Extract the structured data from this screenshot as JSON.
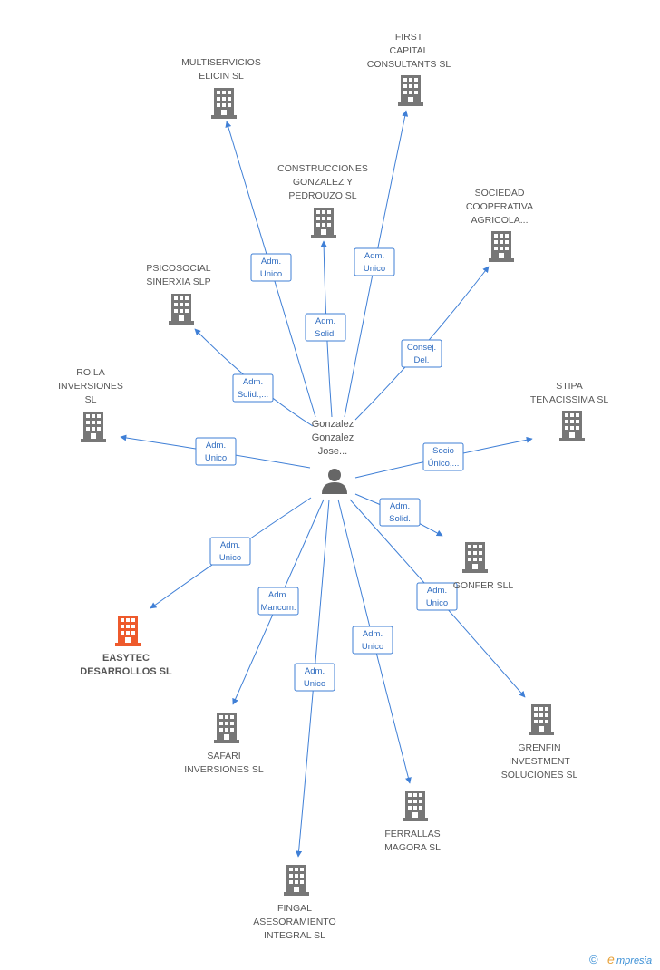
{
  "person": {
    "name_lines": [
      "Gonzalez",
      "Gonzalez",
      "Jose..."
    ],
    "icon": "person-icon"
  },
  "companies": [
    {
      "id": "multiservicios",
      "lines": [
        "MULTISERVICIOS",
        "ELICIN SL"
      ],
      "icon": "building-icon",
      "color": "#777777"
    },
    {
      "id": "first-capital",
      "lines": [
        "FIRST",
        "CAPITAL",
        "CONSULTANTS SL"
      ],
      "icon": "building-icon",
      "color": "#777777"
    },
    {
      "id": "construcciones",
      "lines": [
        "CONSTRUCCIONES",
        "GONZALEZ Y",
        "PEDROUZO SL"
      ],
      "icon": "building-icon",
      "color": "#777777"
    },
    {
      "id": "sociedad",
      "lines": [
        "SOCIEDAD",
        "COOPERATIVA",
        "AGRICOLA..."
      ],
      "icon": "building-icon",
      "color": "#777777"
    },
    {
      "id": "psicosocial",
      "lines": [
        "PSICOSOCIAL",
        "SINERXIA SLP"
      ],
      "icon": "building-icon",
      "color": "#777777"
    },
    {
      "id": "roila",
      "lines": [
        "ROILA",
        "INVERSIONES",
        "SL"
      ],
      "icon": "building-icon",
      "color": "#777777"
    },
    {
      "id": "stipa",
      "lines": [
        "STIPA",
        "TENACISSIMA SL"
      ],
      "icon": "building-icon",
      "color": "#777777"
    },
    {
      "id": "gonfer",
      "lines": [
        "GONFER SLL"
      ],
      "icon": "building-icon",
      "color": "#777777"
    },
    {
      "id": "easytec",
      "lines": [
        "EASYTEC",
        "DESARROLLOS SL"
      ],
      "icon": "building-icon",
      "color": "#ee5a2c",
      "highlight": true
    },
    {
      "id": "grenfin",
      "lines": [
        "GRENFIN",
        "INVESTMENT",
        "SOLUCIONES SL"
      ],
      "icon": "building-icon",
      "color": "#777777"
    },
    {
      "id": "safari",
      "lines": [
        "SAFARI",
        "INVERSIONES SL"
      ],
      "icon": "building-icon",
      "color": "#777777"
    },
    {
      "id": "ferrallas",
      "lines": [
        "FERRALLAS",
        "MAGORA SL"
      ],
      "icon": "building-icon",
      "color": "#777777"
    },
    {
      "id": "fingal",
      "lines": [
        "FINGAL",
        "ASESORAMIENTO",
        "INTEGRAL SL"
      ],
      "icon": "building-icon",
      "color": "#777777"
    }
  ],
  "relations": [
    {
      "target": "multiservicios",
      "lines": [
        "Adm.",
        "Unico"
      ]
    },
    {
      "target": "first-capital",
      "lines": [
        "Adm.",
        "Unico"
      ]
    },
    {
      "target": "construcciones",
      "lines": [
        "Adm.",
        "Solid."
      ]
    },
    {
      "target": "sociedad",
      "lines": [
        "Consej.",
        "Del."
      ]
    },
    {
      "target": "psicosocial",
      "lines": [
        "Adm.",
        "Solid.,..."
      ]
    },
    {
      "target": "roila",
      "lines": [
        "Adm.",
        "Unico"
      ]
    },
    {
      "target": "stipa",
      "lines": [
        "Socio",
        "Único,..."
      ]
    },
    {
      "target": "gonfer",
      "lines": [
        "Adm.",
        "Solid."
      ]
    },
    {
      "target": "easytec",
      "lines": [
        "Adm.",
        "Unico"
      ]
    },
    {
      "target": "grenfin",
      "lines": [
        "Adm.",
        "Unico"
      ]
    },
    {
      "target": "safari",
      "lines": [
        "Adm.",
        "Mancom."
      ]
    },
    {
      "target": "ferrallas",
      "lines": [
        "Adm.",
        "Unico"
      ]
    },
    {
      "target": "fingal",
      "lines": [
        "Adm.",
        "Unico"
      ]
    }
  ],
  "footer": {
    "copyright_symbol": "©",
    "brand": "mpresia",
    "brand_initial": "e"
  },
  "colors": {
    "edge": "#3f7fd6",
    "building": "#777777",
    "highlight": "#ee5a2c",
    "person": "#666666"
  }
}
